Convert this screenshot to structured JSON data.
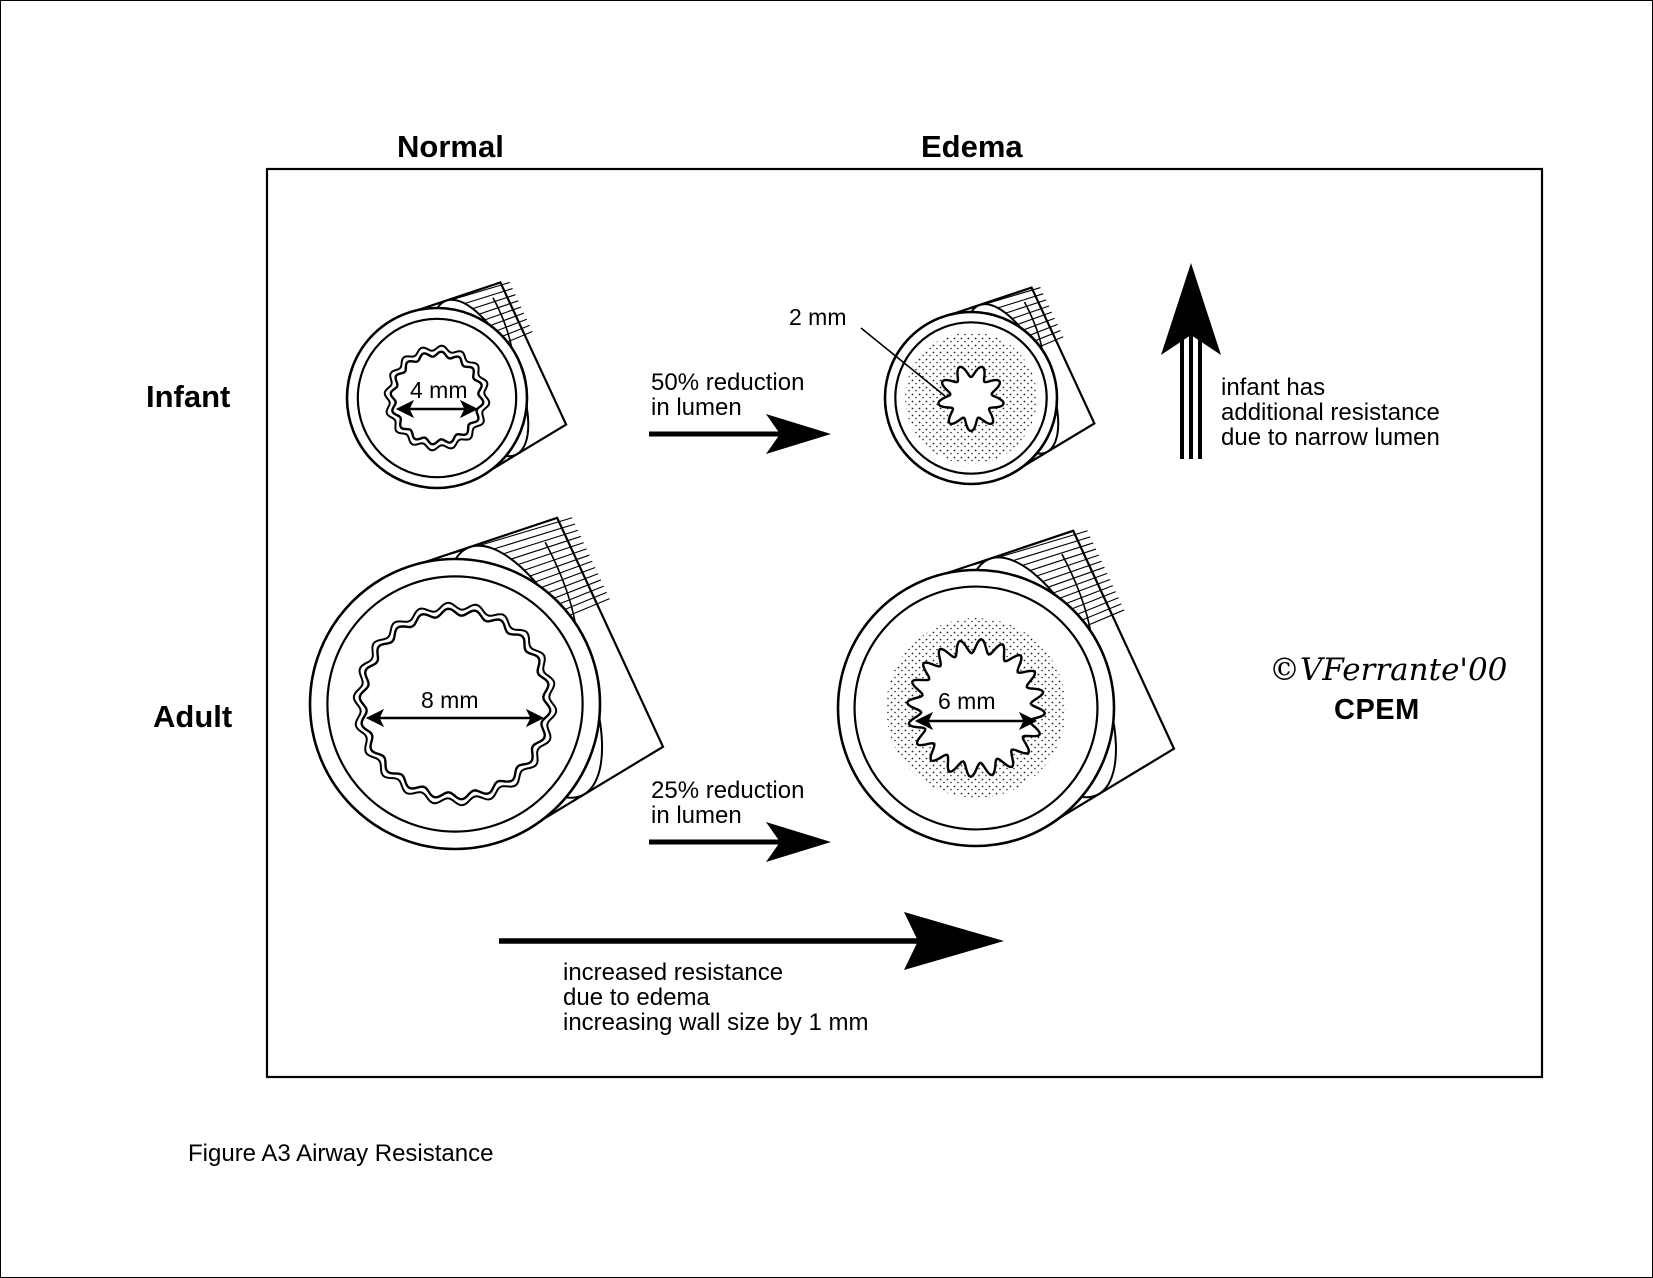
{
  "column_headers": {
    "normal": "Normal",
    "edema": "Edema"
  },
  "row_labels": {
    "infant": "Infant",
    "adult": "Adult"
  },
  "airways": {
    "infant_normal": {
      "lumen_label": "4 mm"
    },
    "infant_edema": {
      "lumen_label": "2 mm"
    },
    "adult_normal": {
      "lumen_label": "8 mm"
    },
    "adult_edema": {
      "lumen_label": "6 mm"
    }
  },
  "notes": {
    "infant_reduction": "50% reduction\nin lumen",
    "adult_reduction": "25% reduction\nin lumen",
    "infant_resistance": "infant has\nadditional resistance\ndue to narrow lumen",
    "edema_resistance": "increased resistance\ndue to edema\nincreasing wall size by 1 mm"
  },
  "signature": {
    "artist": "©VFerrante'00",
    "mark": "CPEM"
  },
  "caption": "Figure A3 Airway Resistance"
}
